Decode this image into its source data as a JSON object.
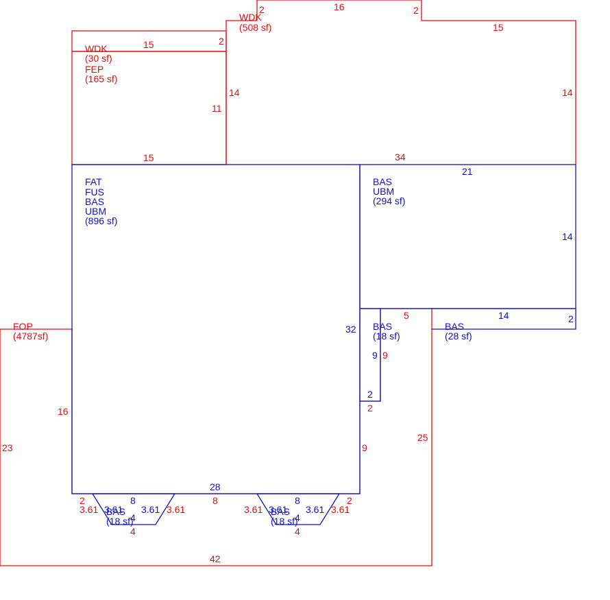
{
  "colors": {
    "red": "#e01010",
    "blue": "#1010c8",
    "background": "#ffffff"
  },
  "areas": {
    "wdk_top": {
      "label": "WDK",
      "area": "(508 sf)"
    },
    "wdk_left": {
      "label": "WDK",
      "area": "(30 sf)"
    },
    "fep": {
      "label": "FEP",
      "area": "(165 sf)"
    },
    "main": {
      "l1": "FAT",
      "l2": "FUS",
      "l3": "BAS",
      "l4": "UBM",
      "area": "(896 sf)"
    },
    "right_bas": {
      "l1": "BAS",
      "l2": "UBM",
      "area": "(294 sf)"
    },
    "small_bas": {
      "label": "BAS",
      "area": "(18 sf)"
    },
    "bas28": {
      "label": "BAS",
      "area": "(28 sf)"
    },
    "fop": {
      "label": "FOP",
      "area": "(4787sf)"
    },
    "bay_left": {
      "label": "BAS",
      "area": "(18 sf)"
    },
    "bay_right": {
      "label": "BAS",
      "area": "(18 sf)"
    }
  },
  "dims": {
    "wdk_top_2a": "2",
    "wdk_top_16": "16",
    "wdk_top_2b": "2",
    "wdk_top_15": "15",
    "wdk_top_14_right": "14",
    "wdk_top_14_left": "14",
    "wdk_top_34": "34",
    "wdk_left_15": "15",
    "wdk_left_2": "2",
    "fep_11": "11",
    "fep_15": "15",
    "main_32": "32",
    "main_16": "16",
    "main_28": "28",
    "main_8": "8",
    "main_2_left": "2",
    "main_2_right": "2",
    "right_21": "21",
    "right_14": "14",
    "bas28_14": "14",
    "bas28_2": "2",
    "small_5": "5",
    "small_9_blue": "9",
    "small_9_red": "9",
    "small_2_blue": "2",
    "small_2_red": "2",
    "fop_9": "9",
    "fop_25": "25",
    "fop_23": "23",
    "fop_42": "42",
    "bay_left_top": "8",
    "bay_left_bottom": "4",
    "bay_left_in_a": "3.61",
    "bay_left_in_b": "3.61",
    "bay_left_out_a": "3.61",
    "bay_left_out_b": "3.61",
    "bay_left_red_4": "4",
    "bay_right_top": "8",
    "bay_right_bottom": "4",
    "bay_right_in_a": "3.61",
    "bay_right_in_b": "3.61",
    "bay_right_out_a": "3.61",
    "bay_right_out_b": "3.61",
    "bay_right_red_4": "4"
  }
}
